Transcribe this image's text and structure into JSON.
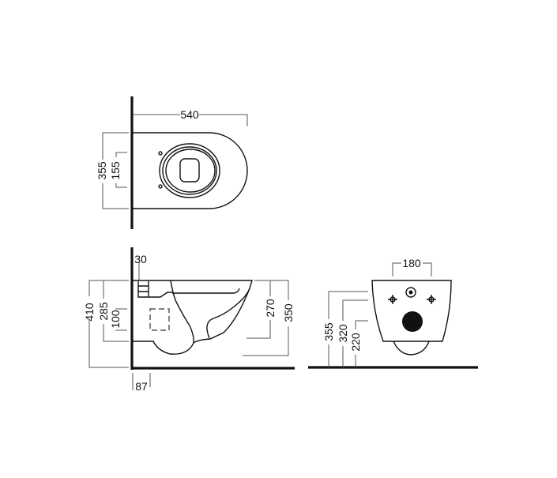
{
  "top_view": {
    "width": "540",
    "depth_outer": "355",
    "depth_inner": "155"
  },
  "side_view": {
    "offset_top": "30",
    "total_height": "410",
    "h_285": "285",
    "h_100": "100",
    "h_270": "270",
    "h_350": "350",
    "wall_offset": "87"
  },
  "front_view": {
    "bolt_spacing": "180",
    "h_355": "355",
    "h_320": "320",
    "h_220": "220"
  }
}
